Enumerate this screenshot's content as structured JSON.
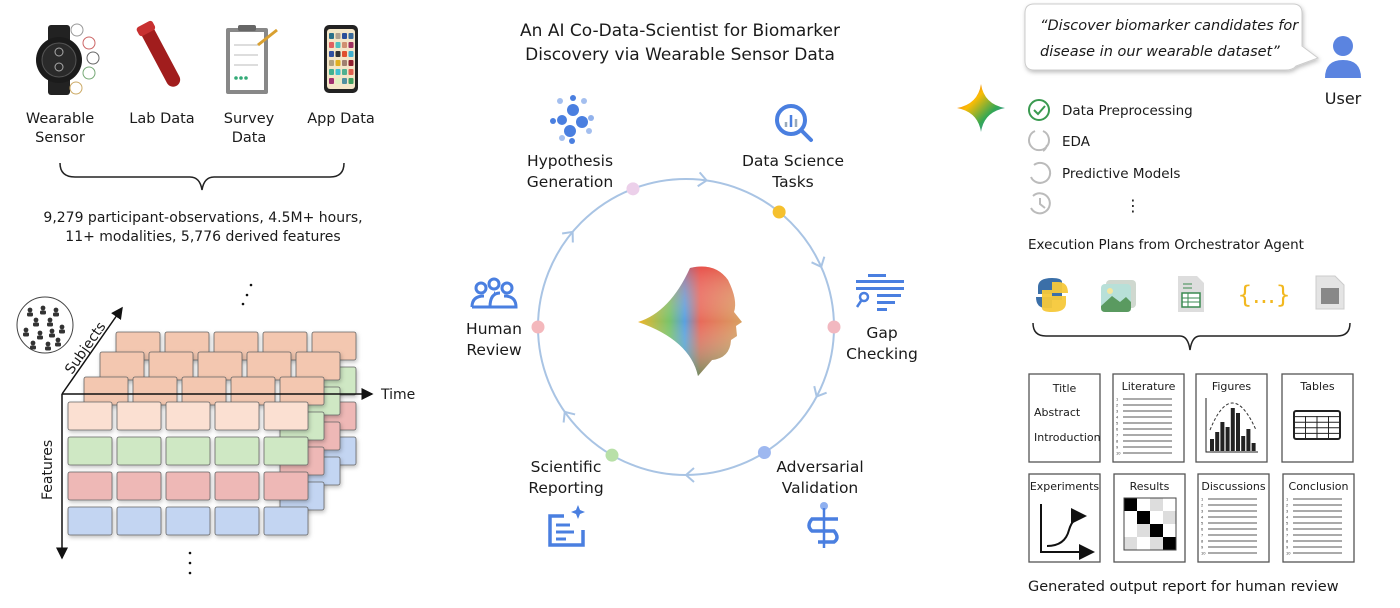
{
  "title": {
    "line1": "An AI Co-Data-Scientist for Biomarker",
    "line2": "Discovery via Wearable Sensor Data"
  },
  "sources": [
    {
      "icon": "smartwatch-icon",
      "line1": "Wearable",
      "line2": "Sensor"
    },
    {
      "icon": "blood-tube-icon",
      "line1": "Lab Data",
      "line2": ""
    },
    {
      "icon": "clipboard-survey-icon",
      "line1": "Survey",
      "line2": "Data"
    },
    {
      "icon": "smartphone-icon",
      "line1": "App Data",
      "line2": ""
    }
  ],
  "stats": {
    "line1": "9,279 participant-observations, 4.5M+ hours,",
    "line2": "11+ modalities, 5,776 derived features"
  },
  "cube": {
    "axis_time": "Time",
    "axis_features": "Features",
    "axis_subjects": "Subjects",
    "colors": {
      "peach": "#f3c7b0",
      "light_peach": "#fbe0d2",
      "green": "#cfe8c4",
      "red": "#eeb8b6",
      "blue": "#c3d5f2"
    }
  },
  "cycle": {
    "ring_color": "#a9c4e4",
    "stages": [
      {
        "line1": "Hypothesis",
        "line2": "Generation",
        "icon": "bubbles-cluster-icon",
        "dot_color": "#ecd0ea"
      },
      {
        "line1": "Data Science",
        "line2": "Tasks",
        "icon": "magnify-chart-icon",
        "dot_color": "#f5c02e"
      },
      {
        "line1": "Gap",
        "line2": "Checking",
        "icon": "text-search-icon",
        "dot_color": "#f2b8c0"
      },
      {
        "line1": "Adversarial",
        "line2": "Validation",
        "icon": "caduceus-icon",
        "dot_color": "#9eb8f0"
      },
      {
        "line1": "Scientific",
        "line2": "Reporting",
        "icon": "document-sparkle-icon",
        "dot_color": "#b8e0a8"
      },
      {
        "line1": "Human",
        "line2": "Review",
        "icon": "group-people-icon",
        "dot_color": "#f4b8bc"
      }
    ]
  },
  "user": {
    "quote_line1": "“Discover biomarker candidates for",
    "quote_line2": "disease in our wearable dataset”",
    "label": "User"
  },
  "plan": {
    "steps": [
      {
        "label": "Data Preprocessing",
        "status": "done"
      },
      {
        "label": "EDA",
        "status": "in-progress"
      },
      {
        "label": "Predictive Models",
        "status": "pending"
      },
      {
        "label": "⋮",
        "status": "scheduled"
      }
    ],
    "caption": "Execution Plans from Orchestrator Agent",
    "artifacts": [
      "python-icon",
      "image-icon",
      "spreadsheet-icon",
      "json-braces-icon",
      "text-document-icon"
    ],
    "braces_text": "{...}"
  },
  "report": {
    "cards": [
      {
        "title": "Title",
        "extra": [
          "Abstract",
          "Introduction"
        ]
      },
      {
        "title": "Literature"
      },
      {
        "title": "Figures"
      },
      {
        "title": "Tables"
      },
      {
        "title": "Experiments"
      },
      {
        "title": "Results"
      },
      {
        "title": "Discussions"
      },
      {
        "title": "Conclusion"
      }
    ],
    "caption": "Generated output report for human review"
  }
}
